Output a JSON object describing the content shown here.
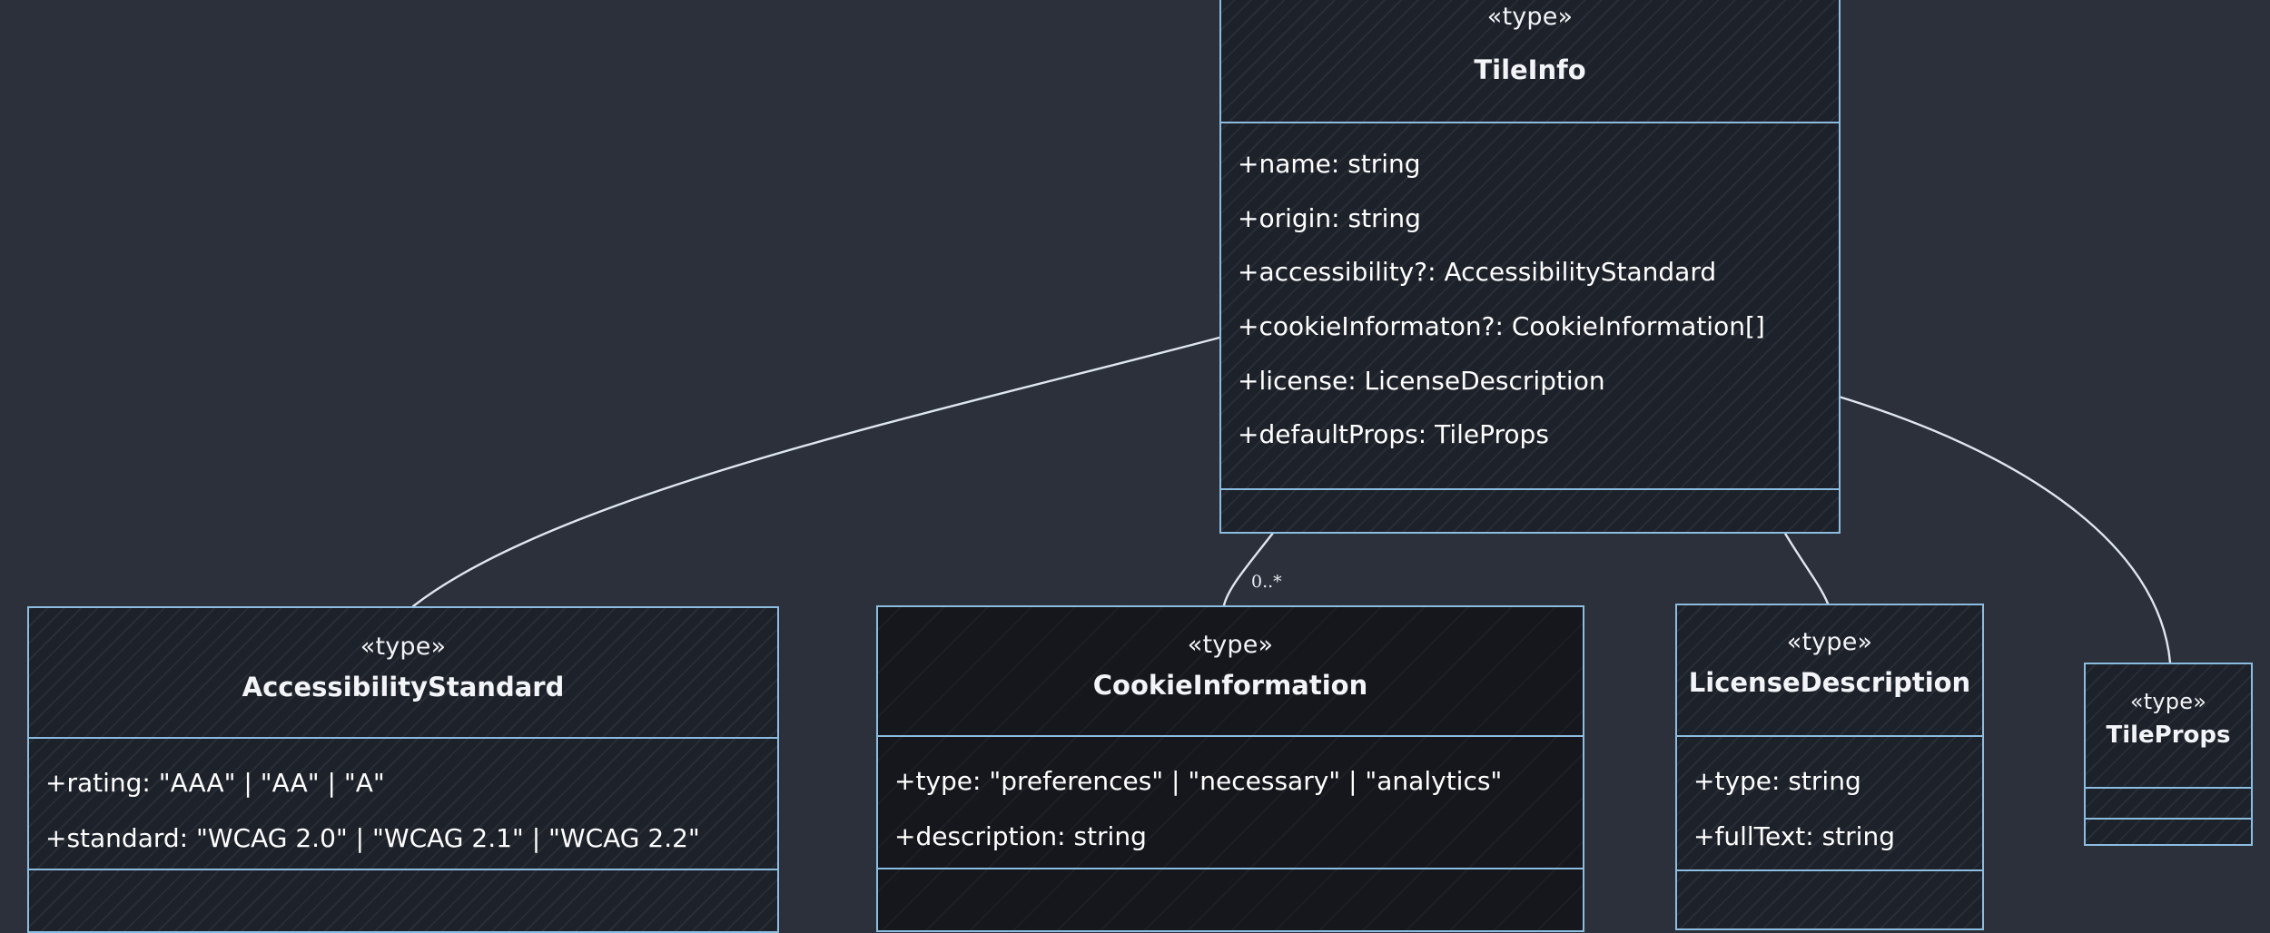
{
  "diagram": {
    "kind": "uml-class-diagram",
    "background_color": "#2b303b",
    "border_color": "#8cbde0",
    "text_color": "#ffffff",
    "classes": [
      {
        "id": "tileinfo",
        "stereotype": "«type»",
        "name": "TileInfo",
        "attributes": [
          "+name: string",
          "+origin: string",
          "+accessibility?: AccessibilityStandard",
          "+cookieInformaton?: CookieInformation[]",
          "+license: LicenseDescription",
          "+defaultProps: TileProps"
        ]
      },
      {
        "id": "accessibility",
        "stereotype": "«type»",
        "name": "AccessibilityStandard",
        "attributes": [
          "+rating: \"AAA\" | \"AA\" | \"A\"",
          "+standard: \"WCAG 2.0\" | \"WCAG 2.1\" | \"WCAG 2.2\""
        ]
      },
      {
        "id": "cookieinformation",
        "stereotype": "«type»",
        "name": "CookieInformation",
        "attributes": [
          "+type: \"preferences\" | \"necessary\" | \"analytics\"",
          "+description: string"
        ]
      },
      {
        "id": "licensedescription",
        "stereotype": "«type»",
        "name": "LicenseDescription",
        "attributes": [
          "+type: string",
          "+fullText: string"
        ]
      },
      {
        "id": "tileprops",
        "stereotype": "«type»",
        "name": "TileProps",
        "attributes": []
      }
    ],
    "relationships": [
      {
        "from": "TileInfo",
        "to": "AccessibilityStandard",
        "multiplicity": ""
      },
      {
        "from": "TileInfo",
        "to": "CookieInformation",
        "multiplicity": "0..*"
      },
      {
        "from": "TileInfo",
        "to": "LicenseDescription",
        "multiplicity": ""
      },
      {
        "from": "TileInfo",
        "to": "TileProps",
        "multiplicity": ""
      }
    ]
  }
}
